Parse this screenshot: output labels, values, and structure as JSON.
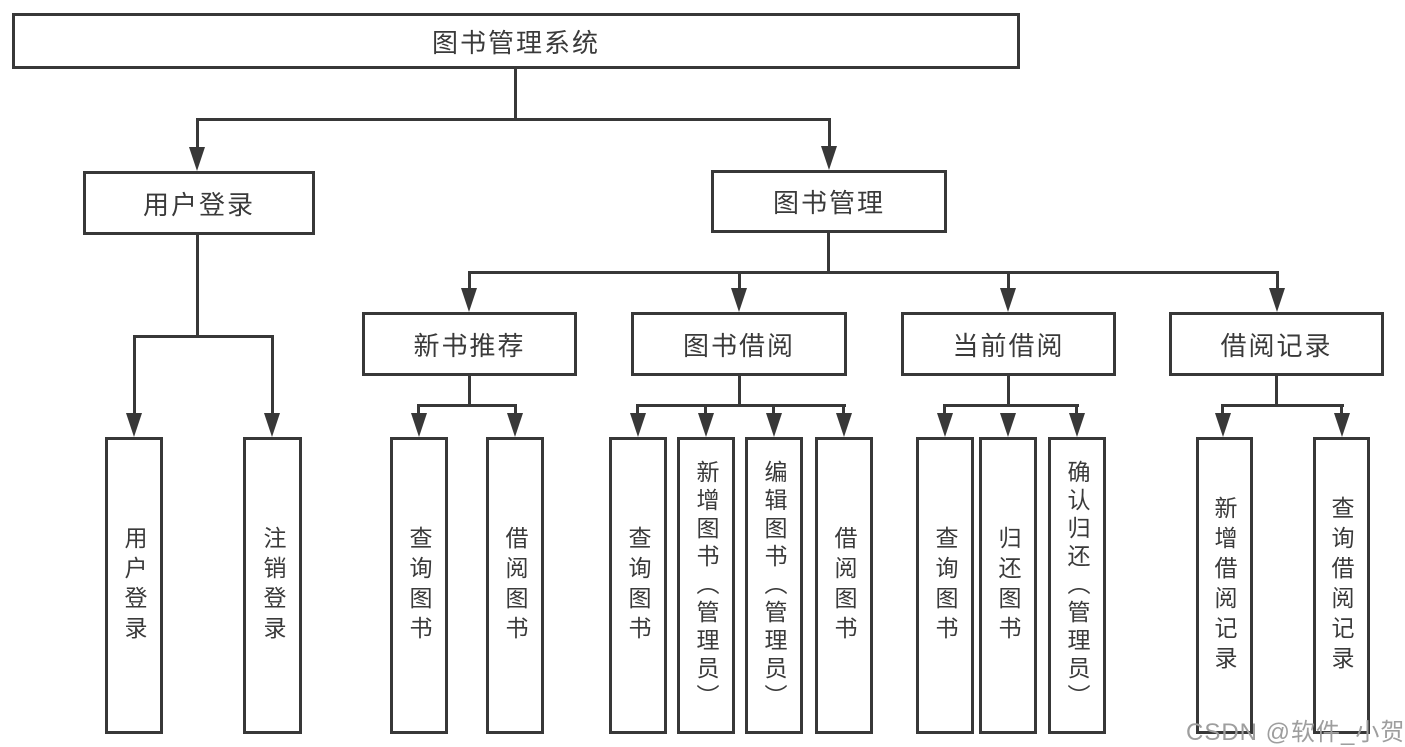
{
  "root": {
    "label": "图书管理系统"
  },
  "branches": [
    {
      "label": "用户登录",
      "children": [
        {
          "label": "用户登录"
        },
        {
          "label": "注销登录"
        }
      ]
    },
    {
      "label": "图书管理",
      "children": [
        {
          "label": "新书推荐",
          "children": [
            {
              "label": "查询图书"
            },
            {
              "label": "借阅图书"
            }
          ]
        },
        {
          "label": "图书借阅",
          "children": [
            {
              "label": "查询图书"
            },
            {
              "label": "新增图书（管理员）"
            },
            {
              "label": "编辑图书（管理员）"
            },
            {
              "label": "借阅图书"
            }
          ]
        },
        {
          "label": "当前借阅",
          "children": [
            {
              "label": "查询图书"
            },
            {
              "label": "归还图书"
            },
            {
              "label": "确认归还（管理员）"
            }
          ]
        },
        {
          "label": "借阅记录",
          "children": [
            {
              "label": "新增借阅记录"
            },
            {
              "label": "查询借阅记录"
            }
          ]
        }
      ]
    }
  ],
  "watermark": {
    "text": "CSDN @软件_小贺同学"
  },
  "colors": {
    "line": "#383838",
    "text": "#3a3a3a",
    "background": "#ffffff",
    "watermark": "#9e9e9e"
  }
}
